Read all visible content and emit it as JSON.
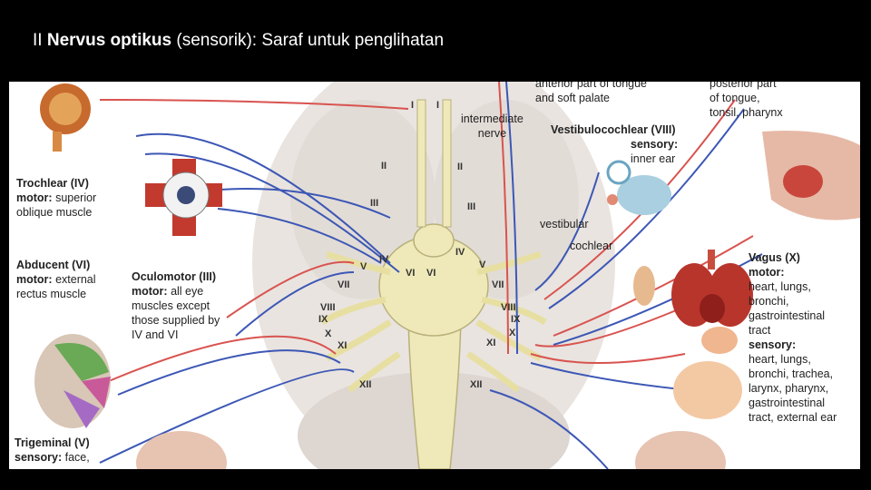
{
  "slide": {
    "title_numeral": "II",
    "title_bold": "Nervus optikus",
    "title_rest": " (sensorik): Saraf untuk penglihatan"
  },
  "figure": {
    "labels": {
      "top_mid": "anterior part of tongue",
      "top_mid2": "and soft palate",
      "top_right1": "posterior part",
      "top_right2": "of tongue,",
      "top_right3": "tonsil, pharynx",
      "intermediate1": "intermediate",
      "intermediate2": "nerve",
      "vestib_title": "Vestibulocochlear (VIII)",
      "vestib_sensory": "sensory:",
      "vestib_ear": "inner ear",
      "vestibular": "vestibular",
      "cochlear": "cochlear",
      "trochlear_title": "Trochlear (IV)",
      "trochlear_motor": "motor:",
      "trochlear_desc1": "superior",
      "trochlear_desc2": "oblique muscle",
      "abducent_title": "Abducent (VI)",
      "abducent_motor": "motor:",
      "abducent_desc1": "external",
      "abducent_desc2": "rectus muscle",
      "oculomotor_title": "Oculomotor (III)",
      "oculomotor_motor": "motor:",
      "oculomotor_desc1": "all eye",
      "oculomotor_desc2": "muscles except",
      "oculomotor_desc3": "those supplied by",
      "oculomotor_desc4": "IV and VI",
      "vagus_title": "Vagus (X)",
      "vagus_motor": "motor:",
      "vagus_m1": "heart, lungs,",
      "vagus_m2": "bronchi,",
      "vagus_m3": "gastrointestinal",
      "vagus_m4": "tract",
      "vagus_sensory": "sensory:",
      "vagus_s1": "heart, lungs,",
      "vagus_s2": "bronchi, trachea,",
      "vagus_s3": "larynx, pharynx,",
      "vagus_s4": "gastrointestinal",
      "vagus_s5": "tract, external ear",
      "trigeminal_title": "Trigeminal (V)",
      "trigeminal_sensory": "sensory:",
      "trigeminal_desc": "face,"
    },
    "numerals": {
      "I_l": "I",
      "I_r": "I",
      "II_l": "II",
      "II_r": "II",
      "III_l": "III",
      "III_r": "III",
      "IV_l": "IV",
      "IV_r": "IV",
      "V_l": "V",
      "V_r": "V",
      "VI_l": "VI",
      "VI_r": "VI",
      "VII_l": "VII",
      "VII_r": "VII",
      "VIII_l": "VIII",
      "VIII_r": "VIII",
      "IX_l": "IX",
      "IX_r": "IX",
      "X_l": "X",
      "X_r": "X",
      "XI_l": "XI",
      "XI_r": "XI",
      "XII_l": "XII",
      "XII_r": "XII"
    }
  }
}
